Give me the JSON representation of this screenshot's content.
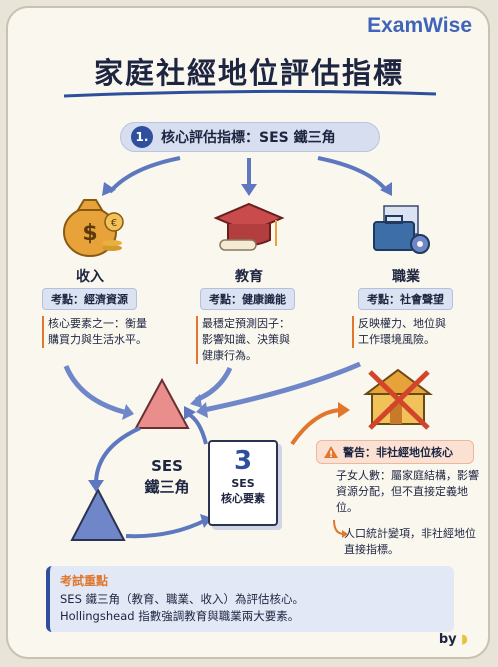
{
  "brand": "ExamWise",
  "title": "家庭社經地位評估指標",
  "section": {
    "number": "1.",
    "label": "核心評估指標：SES 鐵三角"
  },
  "columns": [
    {
      "label": "收入",
      "tag": "考點：經濟資源",
      "desc": "核心要素之一：衡量\n購買力與生活水平。",
      "icon": "money-bag-icon"
    },
    {
      "label": "教育",
      "tag": "考點：健康識能",
      "desc": "最穩定預測因子：\n影響知識、決策與\n健康行為。",
      "icon": "graduation-cap-icon"
    },
    {
      "label": "職業",
      "tag": "考點：社會聲望",
      "desc": "反映權力、地位與\n工作環境風險。",
      "icon": "briefcase-icon"
    }
  ],
  "triangle": {
    "line1": "SES",
    "line2": "鐵三角"
  },
  "doc": {
    "number": "3",
    "line1": "SES",
    "line2": "核心要素"
  },
  "warning": {
    "label": "警告：非社經地位核心",
    "desc": "子女人數：屬家庭結構，影響資源分配，但不直接定義地位。",
    "note": "人口統計變項，非社經地位直接指標。",
    "icon": "house-crossed-icon"
  },
  "exam": {
    "title": "考試重點",
    "lines": [
      "SES 鐵三角（教育、職業、收入）為評估核心。",
      "Hollingshead 指數強調教育與職業兩大要素。"
    ]
  },
  "by": "by",
  "colors": {
    "accent": "#2e4f9c",
    "warn": "#e0772c",
    "tri_red": "#e98d8d",
    "tri_blue": "#6f86c9"
  }
}
